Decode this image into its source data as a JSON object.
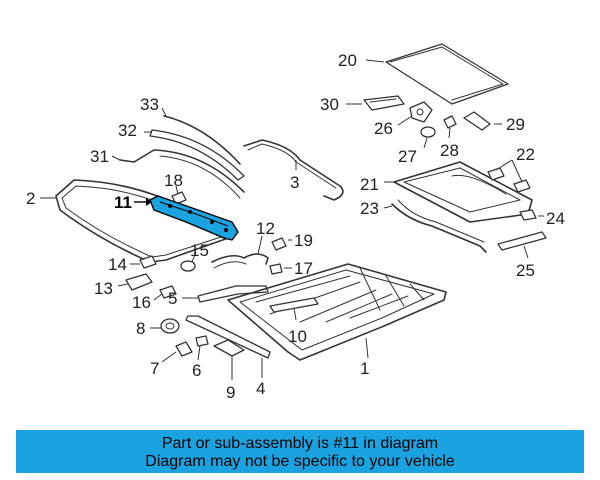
{
  "parts": [
    {
      "id": "1",
      "label": "1"
    },
    {
      "id": "2",
      "label": "2"
    },
    {
      "id": "3",
      "label": "3"
    },
    {
      "id": "4",
      "label": "4"
    },
    {
      "id": "5",
      "label": "5"
    },
    {
      "id": "6",
      "label": "6"
    },
    {
      "id": "7",
      "label": "7"
    },
    {
      "id": "8",
      "label": "8"
    },
    {
      "id": "9",
      "label": "9"
    },
    {
      "id": "10",
      "label": "10"
    },
    {
      "id": "11",
      "label": "11"
    },
    {
      "id": "12",
      "label": "12"
    },
    {
      "id": "13",
      "label": "13"
    },
    {
      "id": "14",
      "label": "14"
    },
    {
      "id": "15",
      "label": "15"
    },
    {
      "id": "16",
      "label": "16"
    },
    {
      "id": "17",
      "label": "17"
    },
    {
      "id": "18",
      "label": "18"
    },
    {
      "id": "19",
      "label": "19"
    },
    {
      "id": "20",
      "label": "20"
    },
    {
      "id": "21",
      "label": "21"
    },
    {
      "id": "22",
      "label": "22"
    },
    {
      "id": "23",
      "label": "23"
    },
    {
      "id": "24",
      "label": "24"
    },
    {
      "id": "25",
      "label": "25"
    },
    {
      "id": "26",
      "label": "26"
    },
    {
      "id": "27",
      "label": "27"
    },
    {
      "id": "28",
      "label": "28"
    },
    {
      "id": "29",
      "label": "29"
    },
    {
      "id": "30",
      "label": "30"
    },
    {
      "id": "31",
      "label": "31"
    },
    {
      "id": "32",
      "label": "32"
    },
    {
      "id": "33",
      "label": "33"
    }
  ],
  "highlighted_part": "11",
  "colors": {
    "banner": "#1aa3e0",
    "highlight_part": "#1aa3e0",
    "line": "#333333"
  },
  "banner": {
    "line1": "Part or sub-assembly is #11 in diagram",
    "line2": "Diagram may not be specific to your vehicle"
  }
}
